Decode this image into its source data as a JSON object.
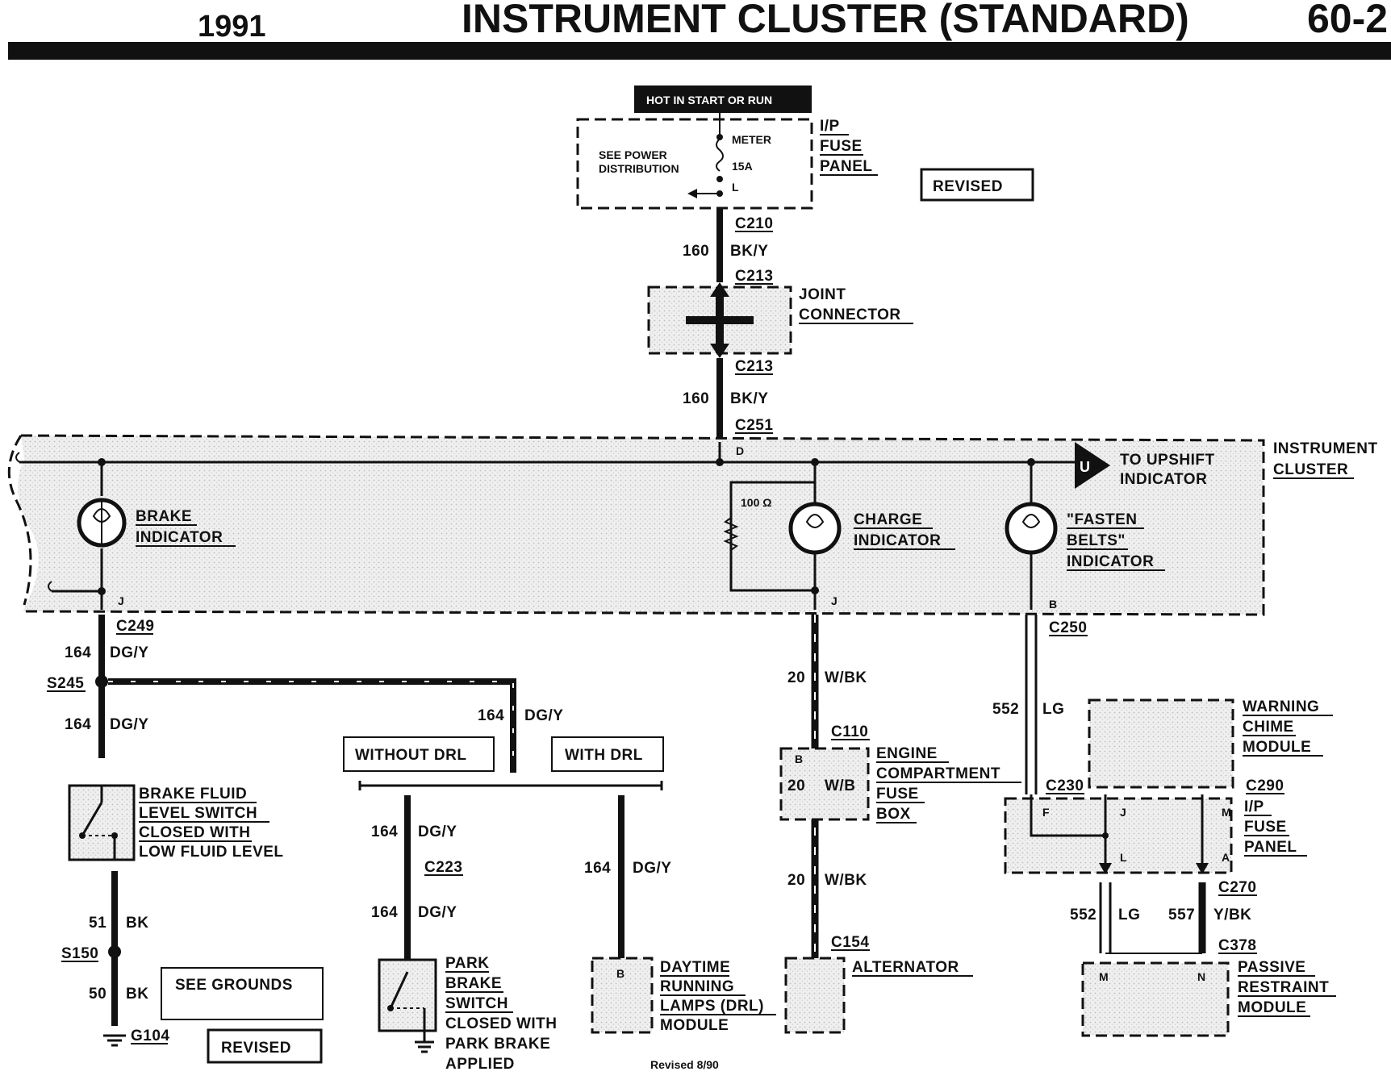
{
  "header": {
    "year": "1991",
    "title": "INSTRUMENT CLUSTER (STANDARD)",
    "page": "60-2"
  },
  "revised_box_top": "REVISED",
  "revised_box_bottom": "REVISED",
  "hot_in": "HOT IN START OR RUN",
  "fuse_panel_top": {
    "see_power_1": "SEE POWER",
    "see_power_2": "DISTRIBUTION",
    "meter": "METER",
    "rating": "15A",
    "pin": "L",
    "label": [
      "I/P",
      "FUSE",
      "PANEL"
    ]
  },
  "connectors": {
    "c210": "C210",
    "c213a": "C213",
    "c213b": "C213",
    "c251": "C251",
    "c249": "C249",
    "c250": "C250",
    "c110": "C110",
    "c223": "C223",
    "c230": "C230",
    "c290": "C290",
    "c270": "C270",
    "c378": "C378",
    "c154": "C154"
  },
  "splices": {
    "s245": "S245",
    "s150": "S150",
    "g104": "G104"
  },
  "wires": {
    "w160a": {
      "num": "160",
      "color": "BK/Y"
    },
    "w160b": {
      "num": "160",
      "color": "BK/Y"
    },
    "w164a": {
      "num": "164",
      "color": "DG/Y"
    },
    "w164b": {
      "num": "164",
      "color": "DG/Y"
    },
    "w164c": {
      "num": "164",
      "color": "DG/Y"
    },
    "w164d": {
      "num": "164",
      "color": "DG/Y"
    },
    "w164e": {
      "num": "164",
      "color": "DG/Y"
    },
    "w164f": {
      "num": "164",
      "color": "DG/Y"
    },
    "w51": {
      "num": "51",
      "color": "BK"
    },
    "w50": {
      "num": "50",
      "color": "BK"
    },
    "w20a": {
      "num": "20",
      "color": "W/BK"
    },
    "w20b": {
      "num": "20",
      "color": "W/B"
    },
    "w20c": {
      "num": "20",
      "color": "W/BK"
    },
    "w552a": {
      "num": "552",
      "color": "LG"
    },
    "w552b": {
      "num": "552",
      "color": "LG"
    },
    "w557": {
      "num": "557",
      "color": "Y/BK"
    }
  },
  "joint_connector": [
    "JOINT",
    "CONNECTOR"
  ],
  "cluster": {
    "label": [
      "INSTRUMENT",
      "CLUSTER"
    ],
    "brake": [
      "BRAKE",
      "INDICATOR"
    ],
    "charge": [
      "CHARGE",
      "INDICATOR"
    ],
    "fasten": [
      "\"FASTEN",
      "BELTS\"",
      "INDICATOR"
    ],
    "upshift": [
      "TO UPSHIFT",
      "INDICATOR"
    ],
    "upshift_pin": "U",
    "resistor": "100 Ω",
    "pin_d": "D",
    "pin_j1": "J",
    "pin_j2": "J",
    "pin_b": "B"
  },
  "brake_fluid": [
    "BRAKE FLUID",
    "LEVEL SWITCH",
    "CLOSED WITH",
    "LOW FLUID LEVEL"
  ],
  "see_grounds": "SEE GROUNDS",
  "without_drl": "WITHOUT DRL",
  "with_drl": "WITH DRL",
  "park_brake": [
    "PARK",
    "BRAKE",
    "SWITCH",
    "CLOSED WITH",
    "PARK BRAKE",
    "APPLIED"
  ],
  "drl_module": {
    "pin": "B",
    "label": [
      "DAYTIME",
      "RUNNING",
      "LAMPS (DRL)",
      "MODULE"
    ]
  },
  "engine_fuse_box": {
    "pin": "B",
    "label": [
      "ENGINE",
      "COMPARTMENT",
      "FUSE",
      "BOX"
    ]
  },
  "alternator": "ALTERNATOR",
  "warning_chime": [
    "WARNING",
    "CHIME",
    "MODULE"
  ],
  "ip_fuse_panel": {
    "label": [
      "I/P",
      "FUSE",
      "PANEL"
    ],
    "pins": {
      "f": "F",
      "j": "J",
      "m": "M",
      "l": "L",
      "a": "A"
    }
  },
  "passive_restraint": {
    "label": [
      "PASSIVE",
      "RESTRAINT",
      "MODULE"
    ],
    "pins": {
      "m": "M",
      "n": "N"
    }
  },
  "footer": "Revised 8/90"
}
